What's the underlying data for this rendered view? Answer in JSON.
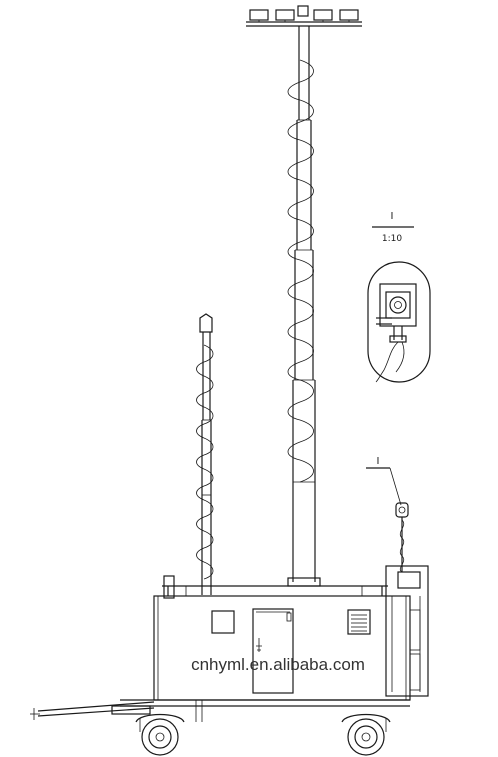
{
  "detail_callout": {
    "label": "I",
    "scale": "1:10"
  },
  "leader_label": "I",
  "watermark": "cnhyml.en.alibaba.com",
  "colors": {
    "line": "#1a1a1a",
    "background": "#ffffff"
  }
}
